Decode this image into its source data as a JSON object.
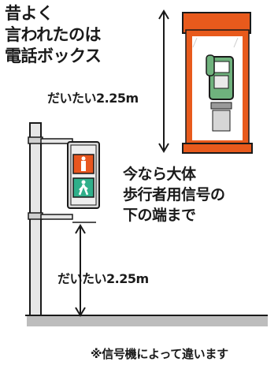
{
  "captions": {
    "top": "昔よく\n言われたのは\n電話ボックス",
    "middle": "今なら大体\n歩行者用信号の\n下の端まで"
  },
  "measurements": {
    "phone_booth_height": "だいたい2.25m",
    "signal_clearance": "だいたい2.25m"
  },
  "footnote": "※信号機によって違います",
  "icons": {
    "phone_booth": "phone-booth-icon",
    "pedestrian_signal": "pedestrian-signal-icon",
    "red_light": "stop-figure-icon",
    "green_light": "walking-figure-icon"
  },
  "colors": {
    "booth_frame": "#e85a1c",
    "phone_body": "#6fb27d",
    "red_light": "#e8561f",
    "green_light": "#2faf8a",
    "pole": "#cfcfcf",
    "ground": "#bdbdbd",
    "ink": "#1a1a1a"
  }
}
